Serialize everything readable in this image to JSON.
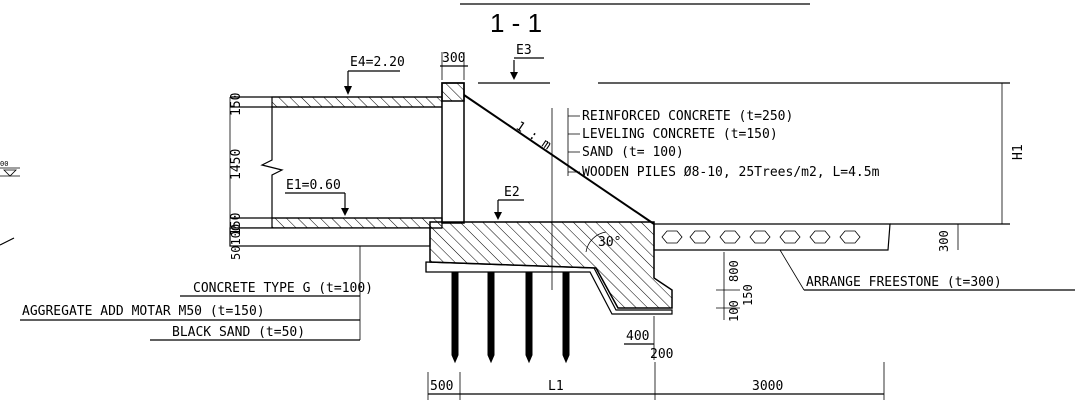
{
  "title": "1 - 1",
  "elevations": {
    "e3": "E3",
    "e4": "E4=2.20",
    "e1": "E1=0.60",
    "e2": "E2",
    "h1": "H1"
  },
  "dimensions": {
    "d300_top": "300",
    "d150_top": "150",
    "d1450": "1450",
    "d150_bot": "150",
    "d50100": "50100",
    "d800": "800",
    "d150_right": "150",
    "d100": "100",
    "d300_right": "300",
    "d400": "400",
    "d200": "200",
    "d500": "500",
    "l1": "L1",
    "d3000": "3000",
    "angle": "30°",
    "slope": "1 : m"
  },
  "layers_right": [
    "REINFORCED CONCRETE (t=250)",
    "LEVELING CONCRETE (t=150)",
    "SAND (t= 100)",
    "WOODEN PILES Ø8-10, 25Trees/m2, L=4.5m"
  ],
  "layers_left": [
    "CONCRETE TYPE G (t=100)",
    "AGGREGATE ADD MOTAR M50 (t=150)",
    "BLACK SAND (t=50)"
  ],
  "freestone_label": "ARRANGE FREESTONE (t=300)",
  "water_mark": "00"
}
